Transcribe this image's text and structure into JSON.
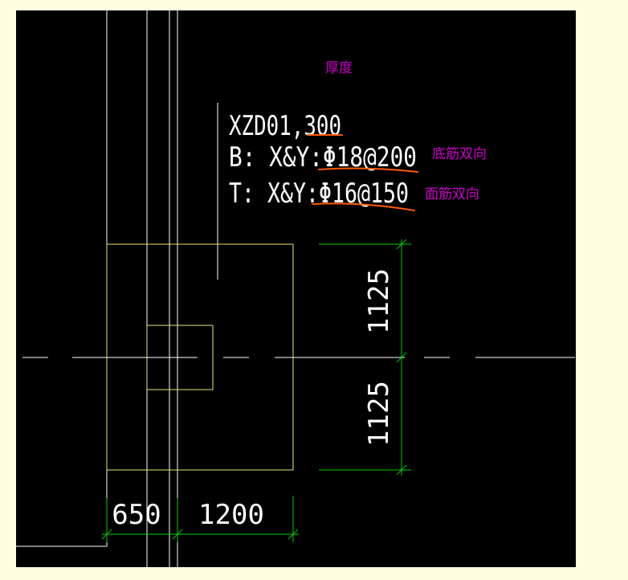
{
  "labels": {
    "thickness_note": "厚度",
    "slab_mark": "XZD01,300",
    "bottom_rebar": "B: X&Y:Φ18@200",
    "top_rebar": "T: X&Y:Φ16@150",
    "bottom_note": "底筋双向",
    "top_note": "面筋双向"
  },
  "dimensions": {
    "upper_half": "1125",
    "lower_half": "1125",
    "left_offset": "650",
    "right_offset": "1200"
  },
  "colors": {
    "page_bg": "#fffce0",
    "canvas_bg": "#000000",
    "line": "#ffffff",
    "outline": "#e6e678",
    "dimension": "#00cc00",
    "markup_underline": "#ff5a00",
    "annotation": "#cc00cc"
  }
}
